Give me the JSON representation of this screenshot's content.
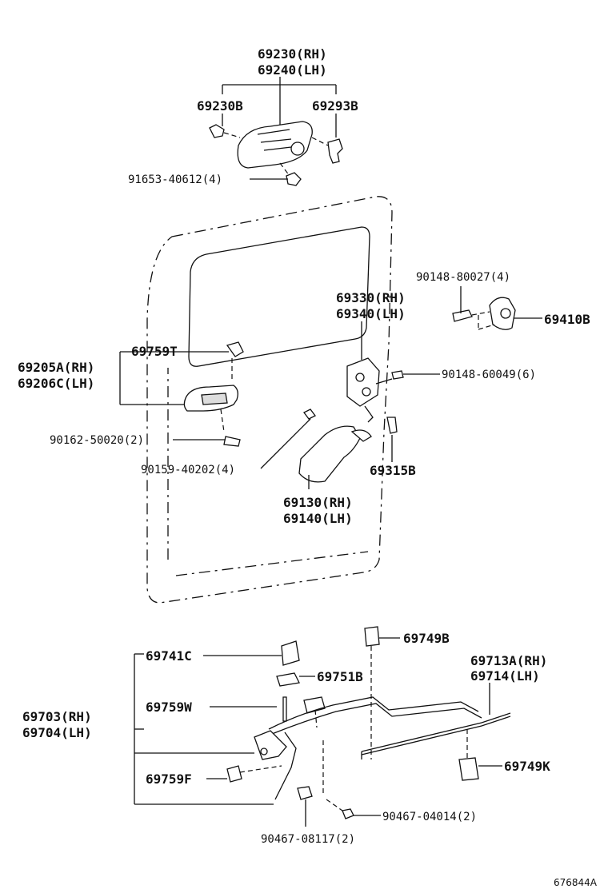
{
  "labels": {
    "p69230": "69230(RH)",
    "p69240": "69240(LH)",
    "p69230B": "69230B",
    "p69293B": "69293B",
    "p91653": "91653-40612(4)",
    "p90148_80027": "90148-80027(4)",
    "p69410B": "69410B",
    "p69330": "69330(RH)",
    "p69340": "69340(LH)",
    "p69759T": "69759T",
    "p69205A": "69205A(RH)",
    "p69206C": "69206C(LH)",
    "p90148_60049": "90148-60049(6)",
    "p90162": "90162-50020(2)",
    "p90159": "90159-40202(4)",
    "p69315B": "69315B",
    "p69130": "69130(RH)",
    "p69140": "69140(LH)",
    "p69749B": "69749B",
    "p69741C": "69741C",
    "p69751B": "69751B",
    "p69713A": "69713A(RH)",
    "p69714": "69714(LH)",
    "p69703": "69703(RH)",
    "p69704": "69704(LH)",
    "p69759W": "69759W",
    "p69749K": "69749K",
    "p69759F": "69759F",
    "p90467_04014": "90467-04014(2)",
    "p90467_08117": "90467-08117(2)",
    "ref": "676844A"
  }
}
